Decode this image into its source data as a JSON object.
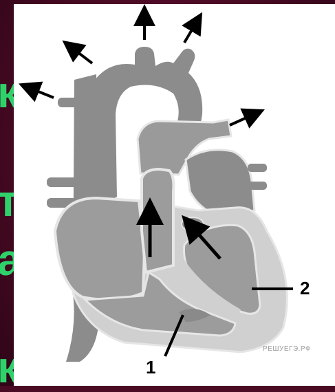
{
  "slide": {
    "side_letters": [
      "к",
      "т",
      "а",
      "к"
    ],
    "background_color": "#4a0a24",
    "side_letter_color": "#2fd16a"
  },
  "diagram": {
    "labels": {
      "one": "1",
      "two": "2"
    },
    "watermark": "РЕШУЕГЭ.РФ",
    "colors": {
      "vessel": "#8c8c8c",
      "chamber_inner": "#9c9c9c",
      "wall": "#d0d0d0",
      "outline": "#e6e6e6",
      "arrow": "#000000"
    }
  }
}
